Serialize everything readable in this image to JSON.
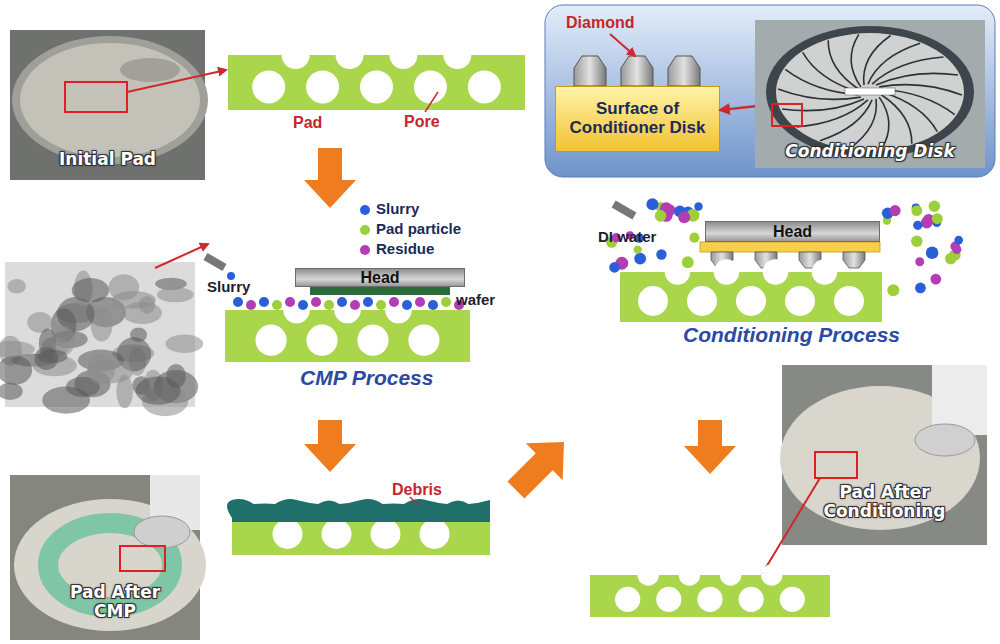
{
  "diagram": {
    "nodes": [
      {
        "text": [
          "Initial Pad"
        ]
      },
      {
        "text": [
          "Surface of Conditioner Disk"
        ]
      },
      {
        "text": [
          "Conditioning Disk"
        ]
      },
      {
        "text": [
          "Head"
        ]
      },
      {
        "text": [
          "Head"
        ]
      },
      {
        "text": [
          "Pad After CMP"
        ]
      },
      {
        "text": [
          "Pad After Conditioning"
        ]
      }
    ],
    "edges": [
      {
        "from": 2,
        "to": 1,
        "arrow": "to"
      }
    ],
    "labels": [
      "Pad",
      "Pore",
      "Diamond",
      "Slurry",
      "wafer",
      "CMP Process",
      "DI water",
      "Conditioning Process",
      "Debris"
    ],
    "legend": [
      {
        "text": "Slurry",
        "color": "#2b5fd9"
      },
      {
        "text": "Pad particle",
        "color": "#9ccf3a"
      },
      {
        "text": "Residue",
        "color": "#b43cb5"
      }
    ]
  }
}
